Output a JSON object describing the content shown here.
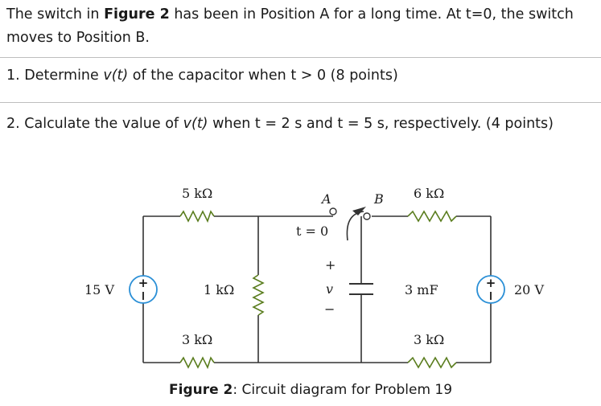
{
  "problem": {
    "intro_1_pre": "The switch in ",
    "intro_1_bold": "Figure 2",
    "intro_1_post": " has been in Position A for a long time. At t=0, the switch",
    "intro_2": "moves to Position B.",
    "q1_pre": "1.  Determine ",
    "q1_var": "v(t)",
    "q1_post": " of the capacitor when t > 0 (8 points)",
    "q2_pre": "2.  Calculate the value of ",
    "q2_var": "v(t)",
    "q2_post": " when t = 2 s and t = 5 s, respectively. (4 points)"
  },
  "circuit": {
    "r_top_left": "5 kΩ",
    "r_top_right": "6 kΩ",
    "r_middle": "1 kΩ",
    "r_bottom_left": "3 kΩ",
    "r_bottom_right": "3 kΩ",
    "source_left": "15 V",
    "source_right": "20 V",
    "capacitor": "3 mF",
    "switch_a": "A",
    "switch_b": "B",
    "switch_time": "t = 0",
    "cap_plus": "+",
    "cap_minus": "−",
    "cap_voltage": "v"
  },
  "caption": {
    "bold": "Figure 2",
    "text": ": Circuit diagram for Problem 19"
  },
  "colors": {
    "resistor": "#5a7d1e",
    "source": "#2a8fd6",
    "wire": "#333333"
  }
}
